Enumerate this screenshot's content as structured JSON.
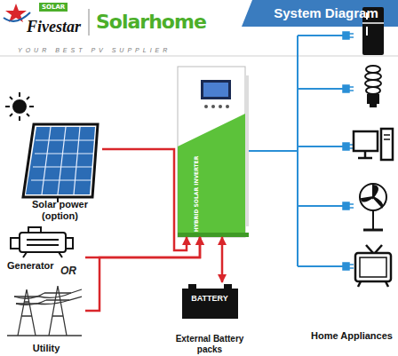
{
  "diagram": {
    "title": "System Diagram",
    "nodes": [
      {
        "text": [
          "Solar power (option)"
        ]
      },
      {
        "text": [
          "HYBRID SOLAR INVERTER"
        ]
      },
      {
        "text": [
          "Generator"
        ]
      },
      {
        "text": [
          "Utility"
        ]
      },
      {
        "text": [
          "BATTERY",
          "External Battery packs"
        ]
      }
    ],
    "edges": [
      {
        "from": 0,
        "to": 1,
        "arrow": "to"
      },
      {
        "from": 2,
        "to": 1,
        "arrow": "to"
      },
      {
        "from": 3,
        "to": 1,
        "arrow": "to"
      },
      {
        "from": 1,
        "to": 4,
        "arrow": "both"
      }
    ],
    "labels": [
      "SOLAR",
      "Fivestar",
      "Solarhome",
      "YOUR BEST PV SUPPLIER",
      "OR",
      "Home Appliances"
    ]
  }
}
